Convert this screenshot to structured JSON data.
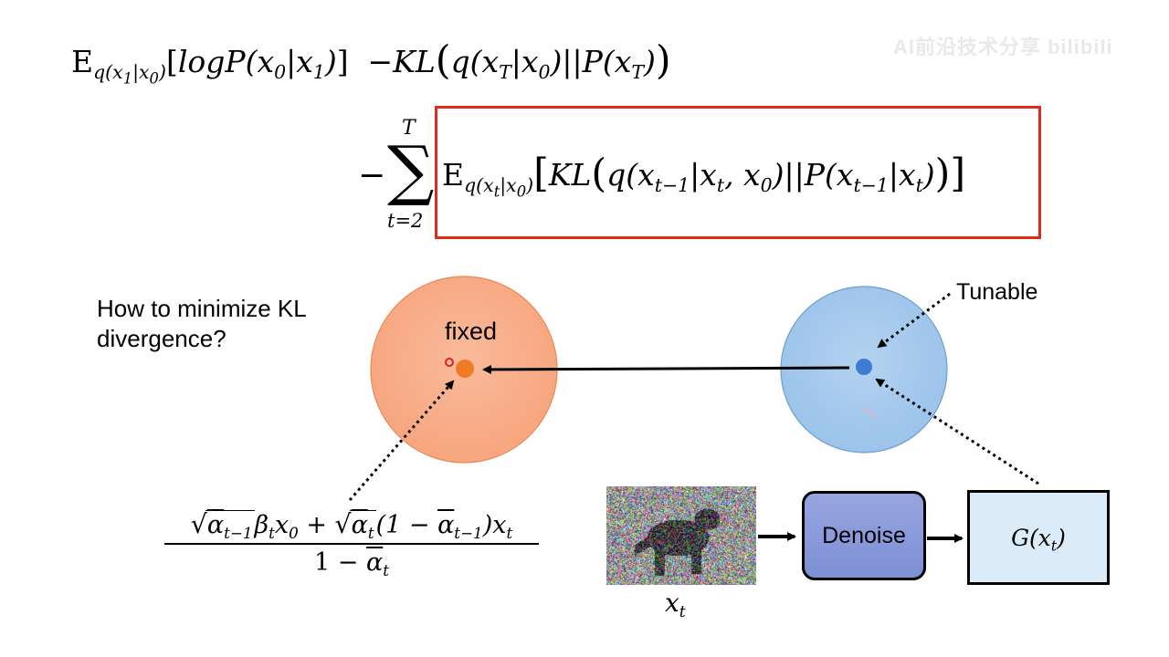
{
  "equation": {
    "line1": {
      "e_symbol": "E",
      "e_sub": "q(x₁|x₀)",
      "expectation_body": "[logP(x₀|x₁)]",
      "kl_term": "−KL(q(x_T|x₀)||P(x_T))"
    },
    "sum": {
      "minus": "−",
      "sigma": "∑",
      "upper": "T",
      "lower": "t=2"
    },
    "line2": {
      "e_symbol": "E",
      "e_sub": "q(x_t|x₀)",
      "kl_body": "[KL(q(x_{t−1}|x_t, x₀)||P(x_{t−1}|x_t))]"
    }
  },
  "question": "How to minimize KL divergence?",
  "labels": {
    "fixed": "fixed",
    "tunable": "Tunable",
    "xt": "x_t"
  },
  "fraction": {
    "numerator": "√ᾱ_{t−1} β_t x₀ + √α_t (1 − ᾱ_{t−1}) x_t",
    "denominator": "1 − ᾱ_t"
  },
  "blocks": {
    "denoise": "Denoise",
    "g": "G(x_t)"
  },
  "watermark": "AI前沿技术分享 bilibili",
  "colors": {
    "highlight_box": "#e32b1c",
    "orange_circle": "#f7a982",
    "blue_circle": "#a6c9ec",
    "orange_dot": "#f07b25",
    "blue_dot": "#3f7bd3",
    "denoise_fill": "#8a9bdb",
    "g_fill": "#dcebf8"
  }
}
